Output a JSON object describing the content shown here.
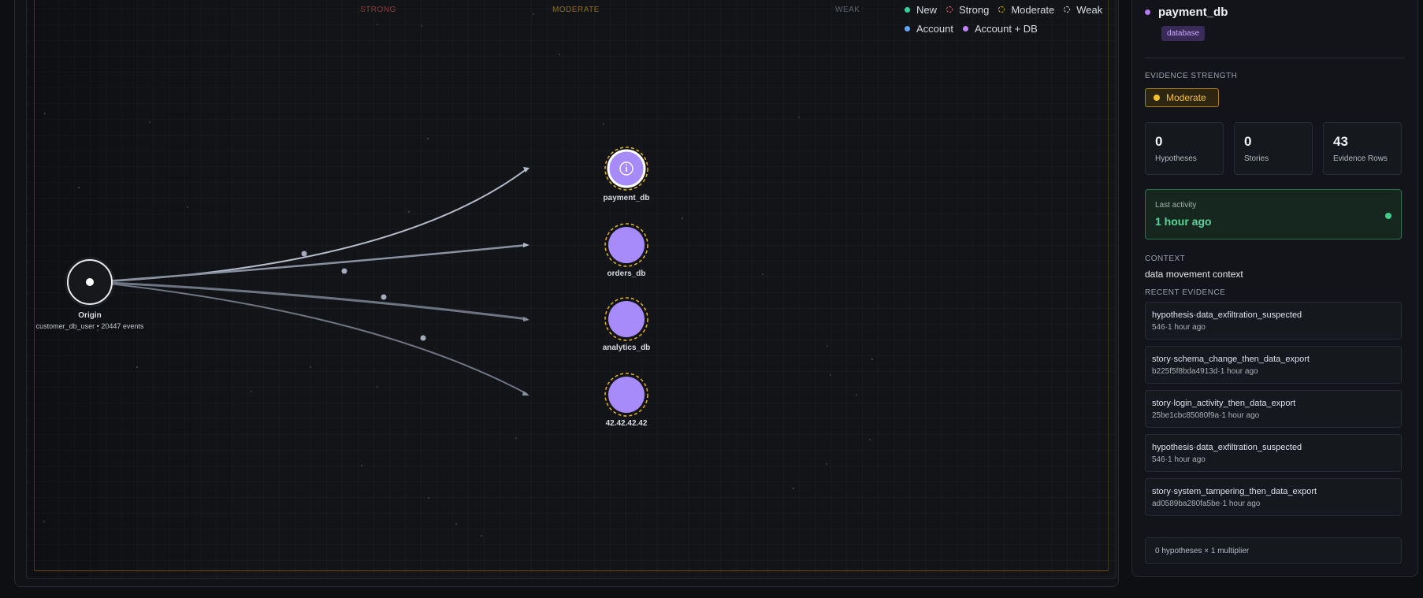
{
  "graph": {
    "zones": [
      "STRONG",
      "MODERATE",
      "WEAK"
    ],
    "colors": {
      "strong_zone": "#8a3b3b",
      "moderate_zone": "#8f6a1c",
      "weak_zone": "#5d636d",
      "edge": "#9ba4b4",
      "target_node": "#a78bfa",
      "moderate_ring": "#e3b31f",
      "frame_accent": "#d98a2b"
    },
    "origin": {
      "label": "Origin",
      "sub": "customer_db_user • 20447 events"
    },
    "nodes": [
      {
        "label": "payment_db",
        "selected": true,
        "icon": "info-icon"
      },
      {
        "label": "orders_db",
        "selected": false
      },
      {
        "label": "analytics_db",
        "selected": false
      },
      {
        "label": "42.42.42.42",
        "selected": false
      }
    ]
  },
  "legend": {
    "row1": [
      {
        "label": "New",
        "kind": "dot",
        "color": "#34d399"
      },
      {
        "label": "Strong",
        "kind": "ring",
        "color": "#ef6a6a"
      },
      {
        "label": "Moderate",
        "kind": "ring",
        "color": "#e3b31f"
      },
      {
        "label": "Weak",
        "kind": "ring",
        "color": "#c9ccd3"
      }
    ],
    "row2": [
      {
        "label": "Account",
        "kind": "dot",
        "color": "#60a5fa"
      },
      {
        "label": "Account + DB",
        "kind": "dot",
        "color": "#c084fc"
      }
    ]
  },
  "sidebar": {
    "title": "payment_db",
    "badge": "database",
    "evidence_heading": "EVIDENCE STRENGTH",
    "strength": "Moderate",
    "stats": [
      {
        "value": "0",
        "label": "Hypotheses"
      },
      {
        "value": "0",
        "label": "Stories"
      },
      {
        "value": "43",
        "label": "Evidence Rows"
      }
    ],
    "last_activity_label": "Last activity",
    "last_activity_value": "1 hour ago",
    "context_heading": "CONTEXT",
    "context_text": "data movement context",
    "recent_heading": "RECENT EVIDENCE",
    "evidence": [
      {
        "title": "hypothesis·data_exfiltration_suspected",
        "sub": "546·1 hour ago"
      },
      {
        "title": "story·schema_change_then_data_export",
        "sub": "b225f5f8bda4913d·1 hour ago"
      },
      {
        "title": "story·login_activity_then_data_export",
        "sub": "25be1cbc85080f9a·1 hour ago"
      },
      {
        "title": "hypothesis·data_exfiltration_suspected",
        "sub": "546·1 hour ago"
      },
      {
        "title": "story·system_tampering_then_data_export",
        "sub": "ad0589ba280fa5be·1 hour ago"
      }
    ],
    "footer": "0 hypotheses × 1 multiplier"
  }
}
